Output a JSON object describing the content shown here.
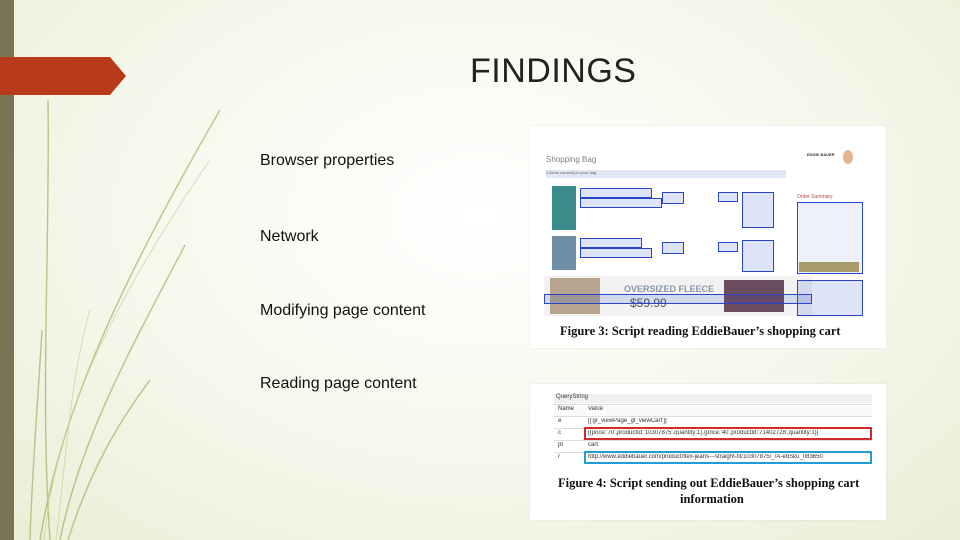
{
  "slide": {
    "title": "FINDINGS",
    "bullets": [
      "Browser properties",
      "Network",
      "Modifying page content",
      "Reading page content"
    ],
    "colors": {
      "accent_tab": "#b83a1b",
      "left_bar": "#7a7355",
      "highlight_blue": "#2846c8",
      "highlight_red": "#d42a2a",
      "highlight_cyan": "#1f9ed6"
    }
  },
  "figure3": {
    "caption": "Figure 3: Script reading EddieBauer’s shopping cart",
    "shopping_bag_title": "Shopping Bag",
    "bag_subtitle": "2 items currently in your bag",
    "brand_logo": "EDDIE BAUER",
    "order_summary": "Order Summary",
    "banner_headline": "OVERSIZED FLEECE",
    "banner_price": "$59.99"
  },
  "figure4": {
    "caption_line1": "Figure 4: Script sending out EddieBauer’s shopping cart",
    "caption_line2": "information",
    "table_title": "QueryString",
    "columns": [
      "Name",
      "Value"
    ],
    "rows": [
      {
        "name": "e",
        "value": "[['gr_viewPage_gt_viewCart']]"
      },
      {
        "name": "c",
        "value": "[{price:'70',productId:'10307875',quantity:1},{price:'40',productId:'71402728',quantity:1}]"
      },
      {
        "name": "pt",
        "value": "cart"
      },
      {
        "name": "r",
        "value": "http://www.eddiebauer.com/product/flex-jeans---straight-fit/10307875/_/A-ebSku_083650"
      }
    ]
  }
}
